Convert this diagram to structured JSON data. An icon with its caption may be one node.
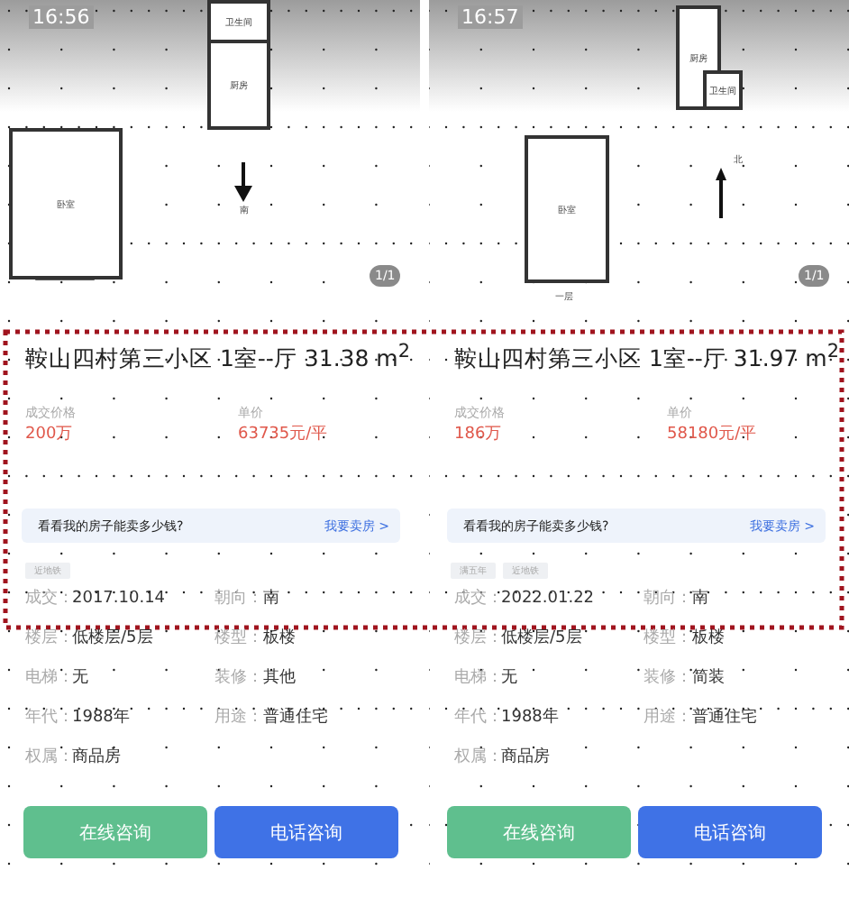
{
  "diagram": {
    "nodes": [
      {
        "text": [
          "卫生间"
        ]
      },
      {
        "text": [
          "厨房"
        ]
      },
      {
        "text": [
          "卧室"
        ]
      },
      {
        "text": [
          "看看我的房子能卖多少钱?",
          "我要卖房 >"
        ]
      },
      {
        "text": [
          "近地铁"
        ]
      },
      {
        "text": [
          "在线咨询"
        ]
      },
      {
        "text": [
          "电话咨询"
        ]
      },
      {
        "text": [
          "厨房"
        ]
      },
      {
        "text": [
          "卫生间"
        ]
      },
      {
        "text": [
          "卧室"
        ]
      },
      {
        "text": [
          "看看我的房子能卖多少钱?",
          "我要卖房 >"
        ]
      },
      {
        "text": [
          "满五年"
        ]
      },
      {
        "text": [
          "近地铁"
        ]
      },
      {
        "text": [
          "在线咨询"
        ]
      },
      {
        "text": [
          "电话咨询"
        ]
      }
    ],
    "edges": [],
    "labels": [
      "16:56",
      "南",
      "1/1",
      "鞍山四村第三小区 1室--厅 31.38 m$^{2}$",
      "成交价格",
      "200万",
      "单价",
      "63735元/平",
      "成交：",
      "2017.10.14",
      "朝向：",
      "南",
      "楼层：",
      "低楼层/5层",
      "楼型：",
      "板楼",
      "电梯：",
      "无",
      "装修：",
      "其他",
      "年代：",
      "1988年",
      "用途：",
      "普通住宅",
      "权属：",
      "商品房",
      "16:57",
      "北",
      "一层",
      "1/1",
      "鞍山四村第三小区 1室--厅 31.97 m$^{2}$",
      "成交价格",
      "186万",
      "单价",
      "58180元/平",
      "成交：",
      "2022.01.22",
      "朝向：",
      "南",
      "楼层：",
      "低楼层/5层",
      "楼型：",
      "板楼",
      "电梯：",
      "无",
      "装修：",
      "简装",
      "年代：",
      "1988年",
      "用途：",
      "普通住宅",
      "权属：",
      "商品房"
    ]
  }
}
